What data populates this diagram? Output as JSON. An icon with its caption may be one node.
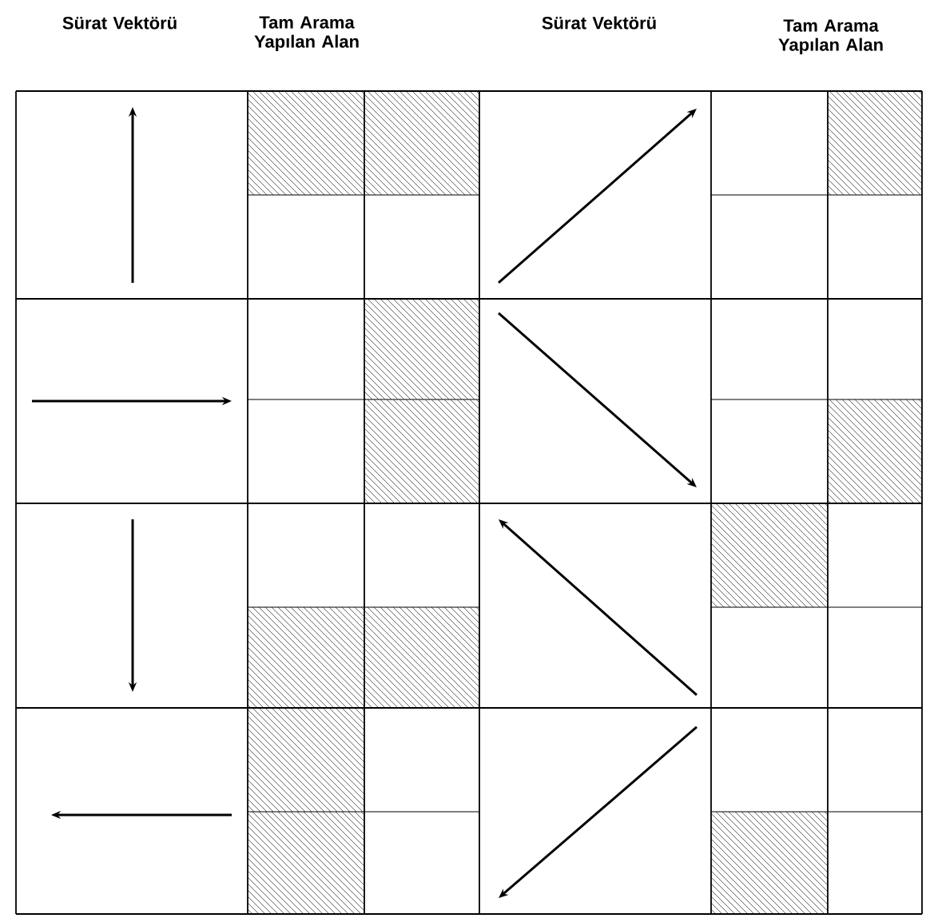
{
  "diagram": {
    "labels": [
      "Sürat Vektörü",
      "Tam Arama Yapılan Alan",
      "Sürat Vektörü",
      "Tam Arama Yapılan Alan"
    ]
  }
}
